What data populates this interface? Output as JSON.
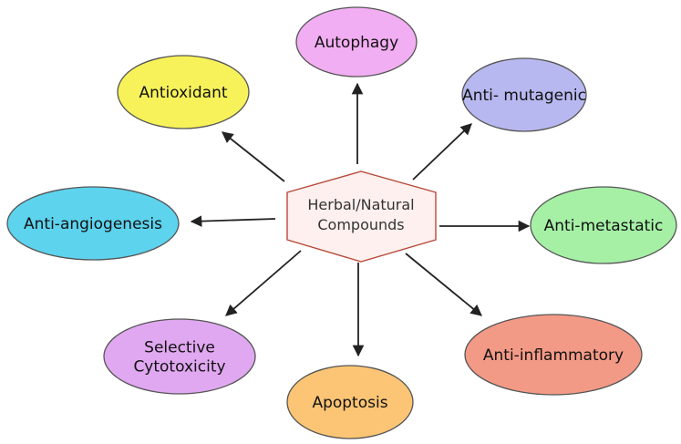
{
  "center": {
    "lines": [
      "Herbal/Natural",
      "Compounds"
    ],
    "fill": "#fdf0ee",
    "stroke": "#b84a3a"
  },
  "effects": [
    {
      "id": "autophagy",
      "lines": [
        "Autophagy"
      ],
      "fill": "#f2aef2"
    },
    {
      "id": "antioxidant",
      "lines": [
        "Antioxidant"
      ],
      "fill": "#f7f25a"
    },
    {
      "id": "anti-mutagenic",
      "lines": [
        "Anti- mutagenic"
      ],
      "fill": "#b8b8f0"
    },
    {
      "id": "anti-angiogenesis",
      "lines": [
        "Anti-angiogenesis"
      ],
      "fill": "#5dd3ee"
    },
    {
      "id": "anti-metastatic",
      "lines": [
        "Anti-metastatic"
      ],
      "fill": "#a6f0a6"
    },
    {
      "id": "selective-cytotoxicity",
      "lines": [
        "Selective",
        "Cytotoxicity"
      ],
      "fill": "#e0a8f0"
    },
    {
      "id": "anti-inflammatory",
      "lines": [
        "Anti-inflammatory"
      ],
      "fill": "#f39a87"
    },
    {
      "id": "apoptosis",
      "lines": [
        "Apoptosis"
      ],
      "fill": "#fbc575"
    }
  ]
}
